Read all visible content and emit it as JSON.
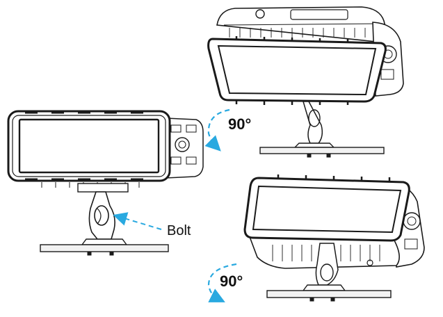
{
  "annotations": {
    "rotation_top": "90°",
    "rotation_bottom": "90°",
    "bolt_label": "Bolt"
  },
  "colors": {
    "line": "#1a1a1a",
    "arrow": "#29a9e0",
    "panel_fill": "#ffffff",
    "base_fill": "#f2f2f2"
  },
  "views": [
    "front-upright",
    "tilted-up",
    "tilted-down"
  ]
}
